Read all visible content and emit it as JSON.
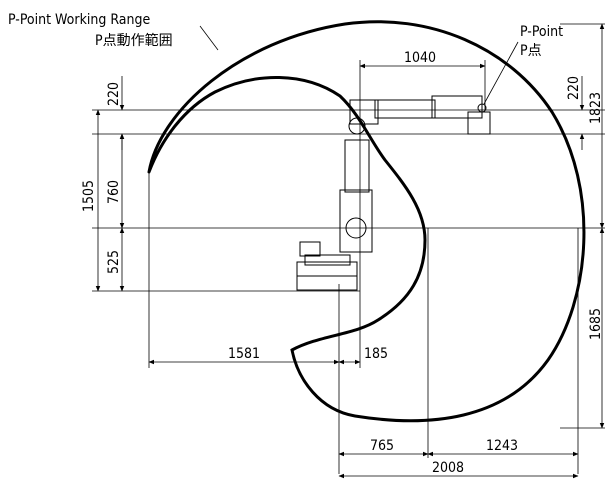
{
  "labels": {
    "range_title_en": "P-Point Working Range",
    "range_title_jp": "P点動作範囲",
    "point_en": "P-Point",
    "point_jp": "P点"
  },
  "dimensions": {
    "top_reach": "1040",
    "left_220": "220",
    "right_220": "220",
    "total_height": "1823",
    "left_760": "760",
    "left_1505": "1505",
    "left_525": "525",
    "right_1685": "1685",
    "bottom_1581": "1581",
    "bottom_185": "185",
    "bottom_765": "765",
    "bottom_1243": "1243",
    "bottom_2008": "2008"
  }
}
